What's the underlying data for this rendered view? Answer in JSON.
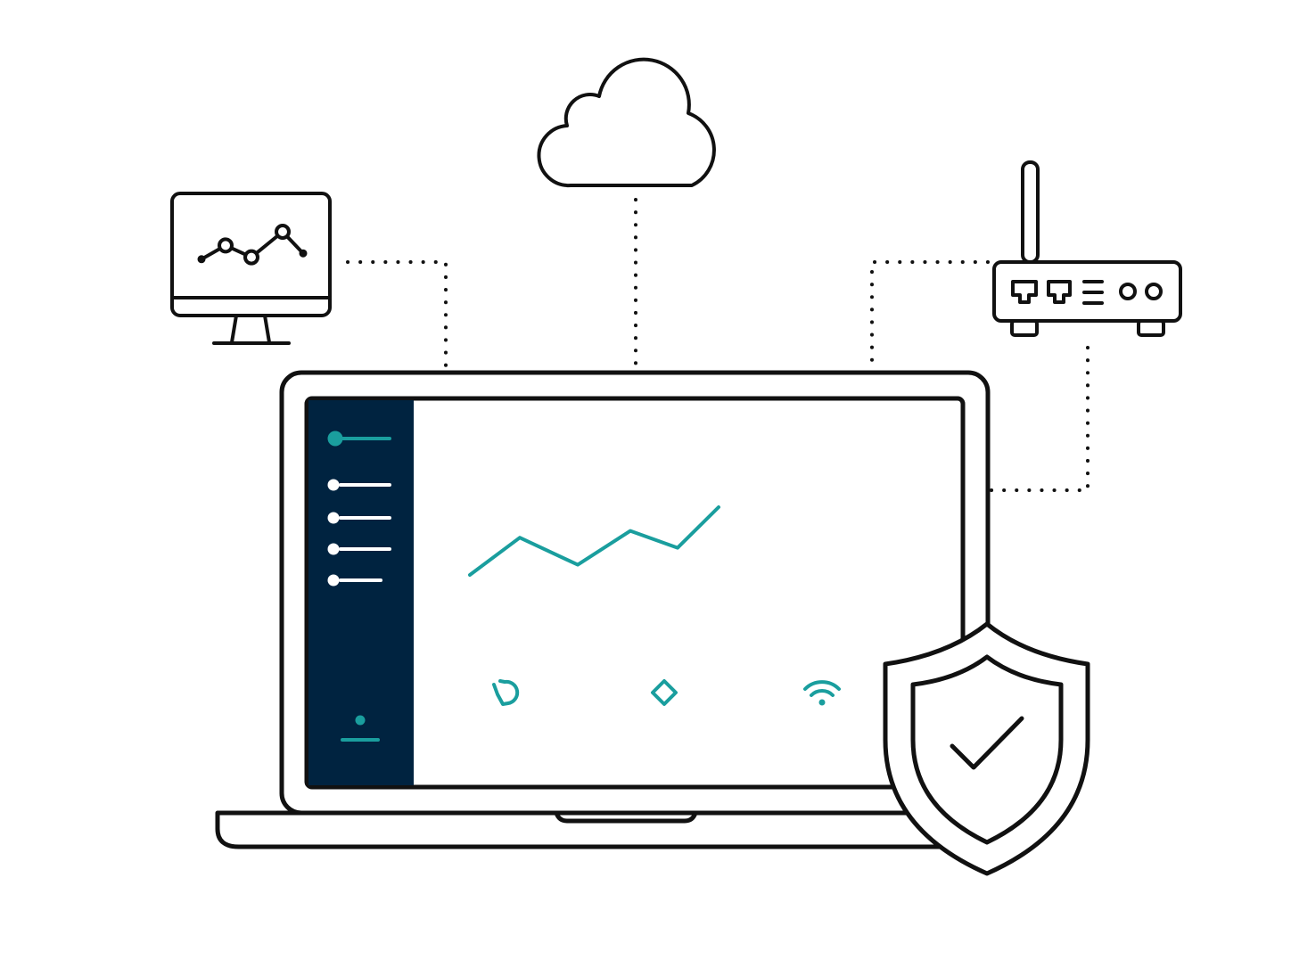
{
  "colors": {
    "line": "#111111",
    "accent": "#1a9e9e",
    "sidebar": "#002340",
    "sidebar_item": "#ffffff",
    "background": "#ffffff"
  },
  "sidebar": {
    "items": [
      {
        "state": "active"
      },
      {
        "state": "default"
      },
      {
        "state": "default"
      },
      {
        "state": "default"
      },
      {
        "state": "default"
      }
    ],
    "footer_icon": "user-icon"
  },
  "dashboard": {
    "trend": [
      0.0,
      0.55,
      0.15,
      0.65,
      0.4,
      1.0
    ],
    "bottom_icons": [
      "refresh-icon",
      "diamond-icon",
      "wifi-icon"
    ]
  },
  "peripherals": {
    "monitor": {
      "icon": "line-chart-icon",
      "trend": [
        0.3,
        0.65,
        0.35,
        1.0,
        0.45
      ]
    },
    "cloud": {
      "icon": "cloud-icon"
    },
    "router": {
      "icon": "router-icon",
      "ports": 2,
      "lights": 2
    }
  },
  "shield": {
    "icon": "checkmark-icon"
  }
}
